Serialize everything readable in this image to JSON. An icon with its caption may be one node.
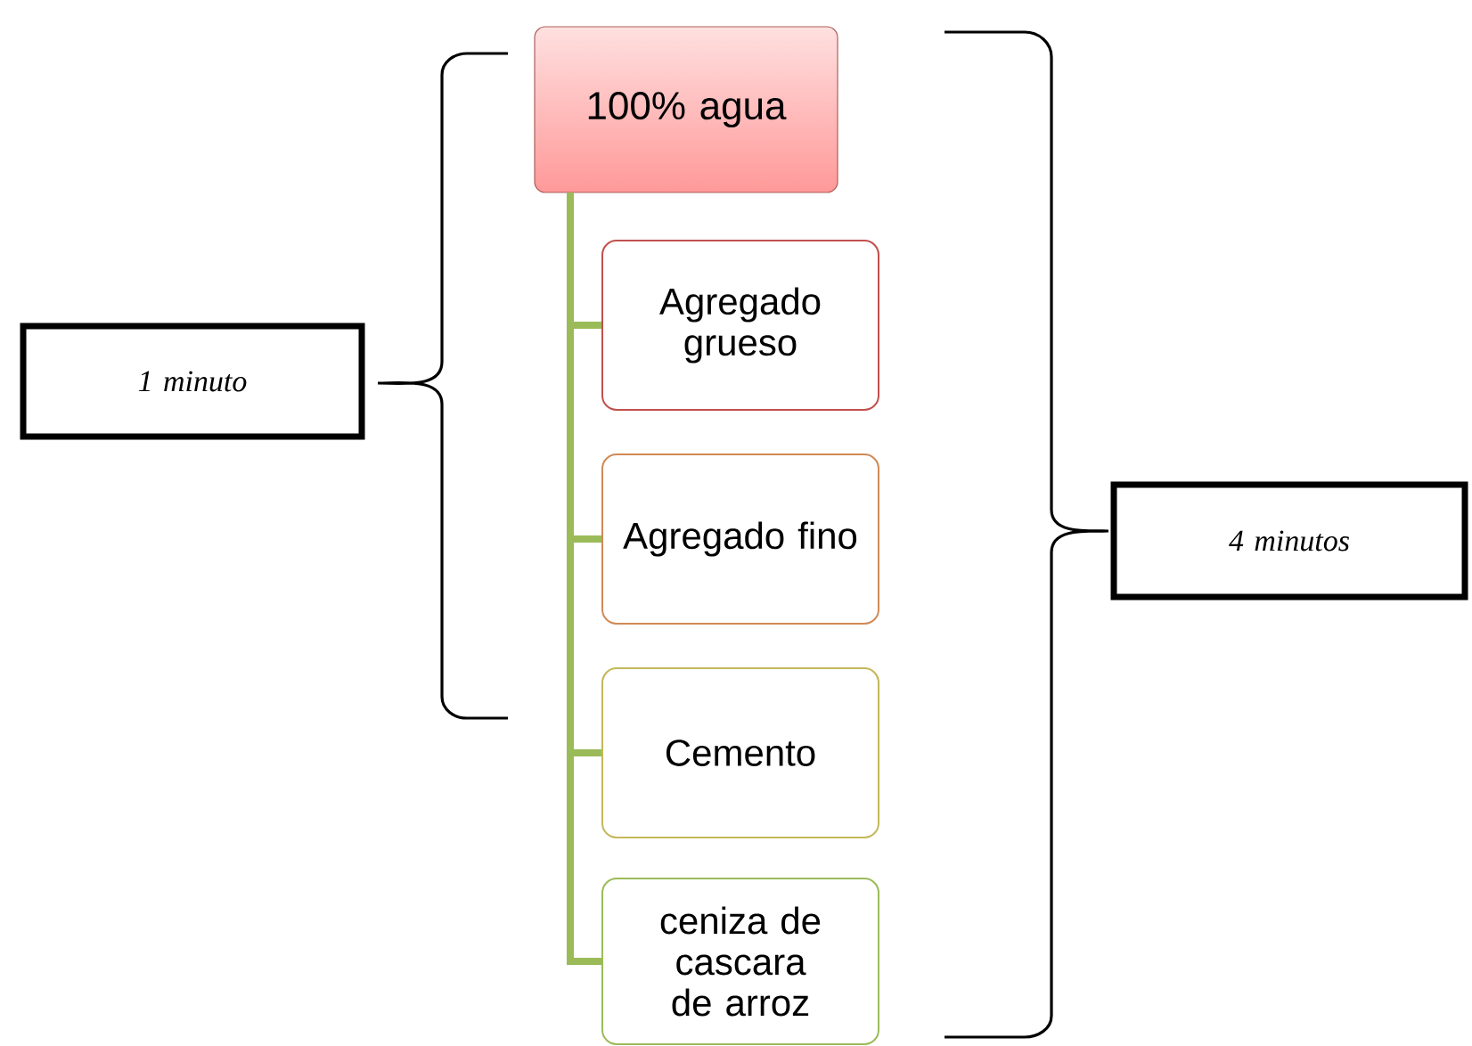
{
  "diagram": {
    "nodes": [
      {
        "text": [
          "100% agua"
        ]
      },
      {
        "text": [
          "Agregado grueso"
        ]
      },
      {
        "text": [
          "Agregado fino"
        ]
      },
      {
        "text": [
          "Cemento"
        ]
      },
      {
        "text": [
          "ceniza de cascara de arroz"
        ]
      },
      {
        "text": [
          "1 minuto"
        ]
      },
      {
        "text": [
          "4 minutos"
        ]
      }
    ],
    "edges": [
      {
        "from": 0,
        "to": 1,
        "arrow": "none"
      },
      {
        "from": 0,
        "to": 2,
        "arrow": "none"
      },
      {
        "from": 0,
        "to": 3,
        "arrow": "none"
      },
      {
        "from": 0,
        "to": 4,
        "arrow": "none"
      }
    ]
  }
}
